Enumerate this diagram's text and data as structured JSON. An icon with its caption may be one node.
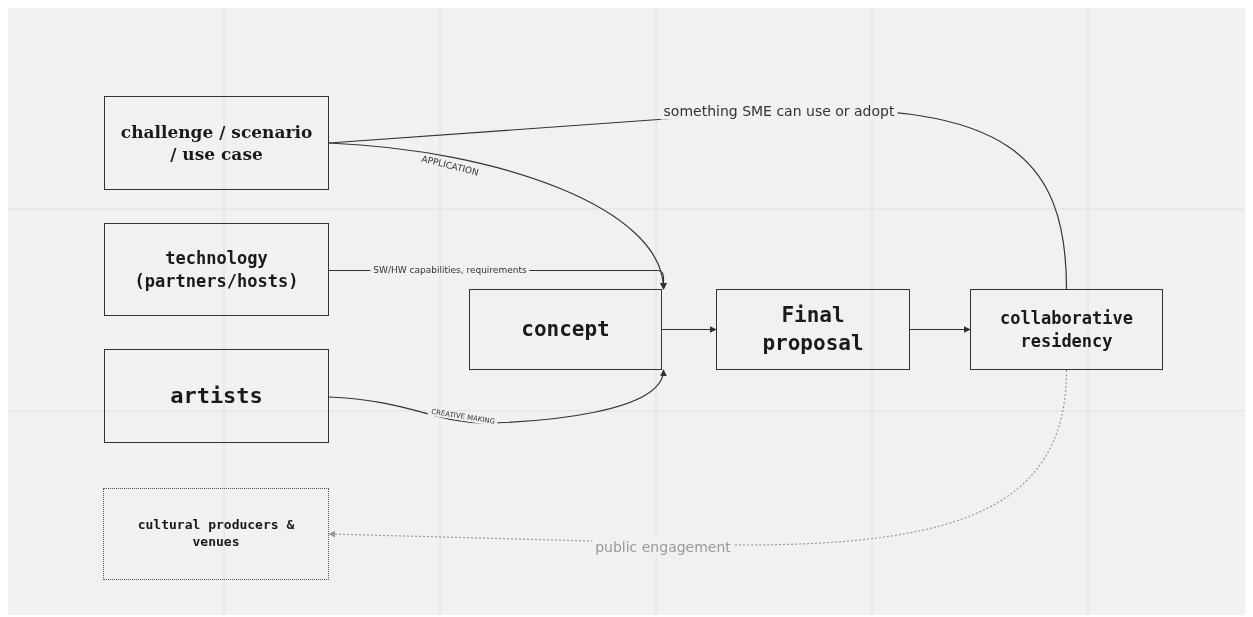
{
  "diagram": {
    "nodes": [
      {
        "text": [
          "challenge / scenario / use case"
        ]
      },
      {
        "text": [
          "technology (partners/hosts)"
        ]
      },
      {
        "text": [
          "artists"
        ]
      },
      {
        "text": [
          "concept"
        ]
      },
      {
        "text": [
          "Final proposal"
        ]
      },
      {
        "text": [
          "collaborative residency"
        ]
      },
      {
        "text": [
          "cultural producers & venues"
        ]
      }
    ],
    "edges": [
      {
        "from": 0,
        "to": 3,
        "arrow": "to",
        "label": "APPLICATION"
      },
      {
        "from": 1,
        "to": 3,
        "arrow": "to",
        "label": "SW/HW capabilities, requirements"
      },
      {
        "from": 2,
        "to": 3,
        "arrow": "to",
        "label": "CREATIVE MAKING"
      },
      {
        "from": 3,
        "to": 4,
        "arrow": "to"
      },
      {
        "from": 4,
        "to": 5,
        "arrow": "to"
      },
      {
        "from": 0,
        "to": 5,
        "arrow": "none",
        "label": "something SME can use or adopt"
      },
      {
        "from": 5,
        "to": 6,
        "arrow": "to",
        "label": "public engagement",
        "style": "dashed",
        "color": "#999999"
      }
    ]
  }
}
